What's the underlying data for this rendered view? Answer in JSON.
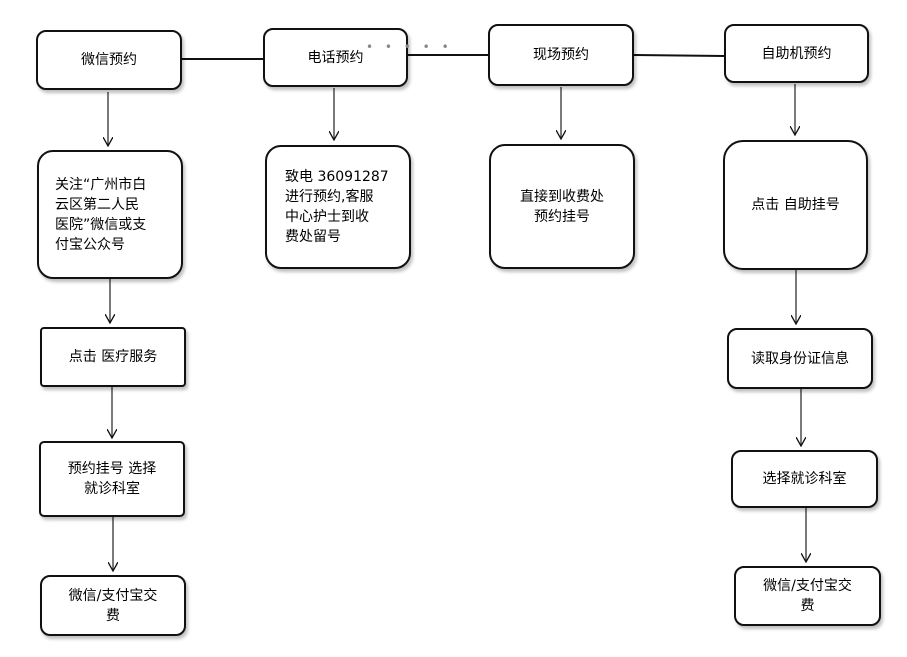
{
  "columns": {
    "wechat": {
      "title": "微信预约",
      "steps": [
        "关注“广州市白\n云区第二人民\n医院”微信或支\n付宝公众号",
        "点击 医疗服务",
        "预约挂号 选择\n就诊科室",
        "微信/支付宝交\n费"
      ]
    },
    "phone": {
      "title": "电话预约",
      "steps": [
        "致电 36091287\n进行预约,客服\n中心护士到收\n费处留号"
      ]
    },
    "onsite": {
      "title": "现场预约",
      "steps": [
        "直接到收费处\n预约挂号"
      ]
    },
    "kiosk": {
      "title": "自助机预约",
      "steps": [
        "点击 自助挂号",
        "读取身份证信息",
        "选择就诊科室",
        "微信/支付宝交\n费"
      ]
    }
  },
  "decoration": {
    "dots": "• • • • •"
  }
}
